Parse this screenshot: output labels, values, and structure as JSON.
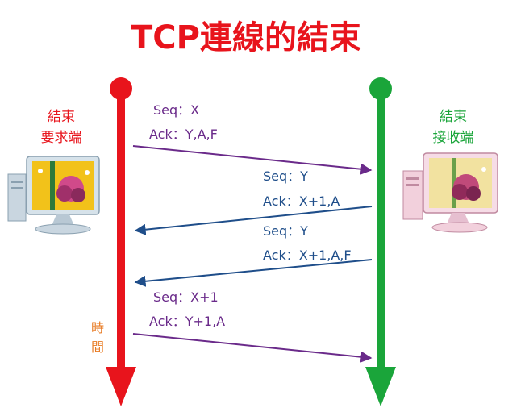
{
  "title": "TCP連線的結束",
  "colors": {
    "title": "#e8141c",
    "sender": "#e8141c",
    "receiver": "#1aa53a",
    "time": "#e87a22",
    "purple_arrow": "#6a2a8a",
    "blue_arrow": "#1f4e8a",
    "label_sender": "#6a2a8a",
    "label_receiver": "#1f4e8a"
  },
  "sender": {
    "line1": "結束",
    "line2": "要求端"
  },
  "receiver": {
    "line1": "結束",
    "line2": "接收端"
  },
  "time_axis": {
    "line1": "時",
    "line2": "間"
  },
  "messages": [
    {
      "seq": "Seq：X",
      "ack": "Ack：Y,A,F",
      "direction": "to-receiver"
    },
    {
      "seq": "Seq：Y",
      "ack": "Ack：X+1,A",
      "direction": "to-sender"
    },
    {
      "seq": "Seq：Y",
      "ack": "Ack：X+1,A,F",
      "direction": "to-sender"
    },
    {
      "seq": "Seq：X+1",
      "ack": "Ack：Y+1,A",
      "direction": "to-receiver"
    }
  ]
}
